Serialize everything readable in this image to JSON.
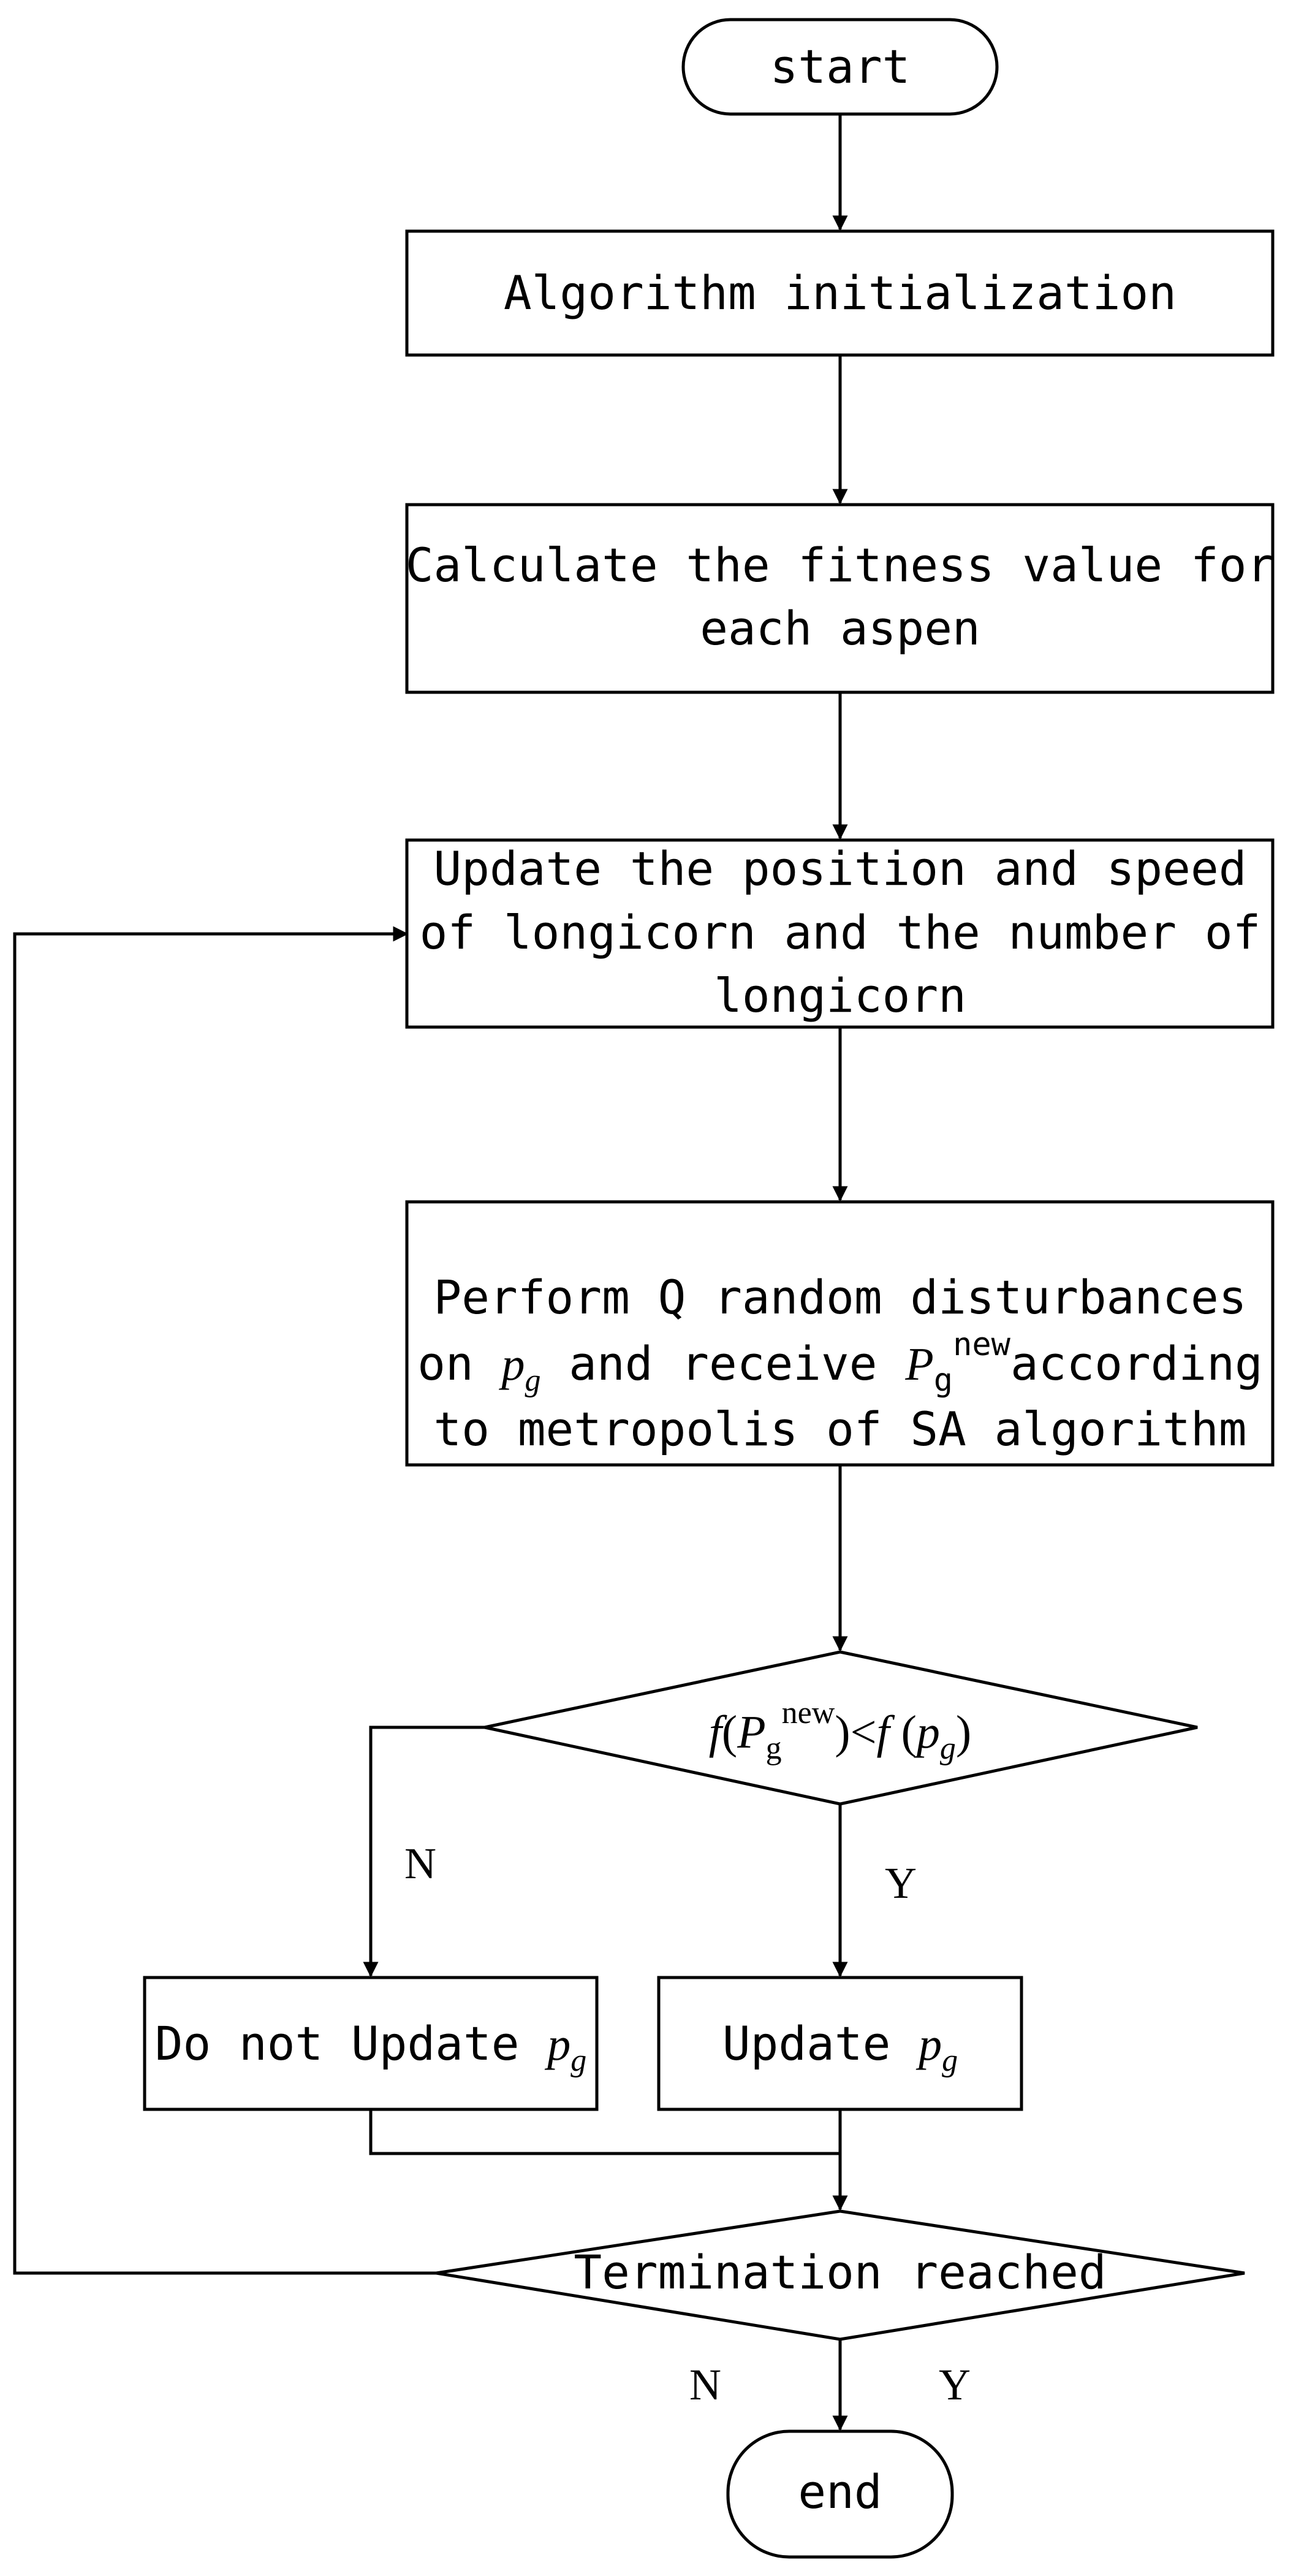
{
  "nodes": {
    "start": "start",
    "init": "Algorithm initialization",
    "fitness": {
      "line1": "Calculate the fitness value for",
      "line2": "each aspen"
    },
    "update_pos": {
      "line1": "Update the position and speed",
      "line2": "of longicorn and the number of",
      "line3": "longicorn"
    },
    "disturb": {
      "line1": "Perform Q random disturbances",
      "line2_a": "on ",
      "p": "p",
      "g": "g",
      "line2_b": " and receive ",
      "P": "P",
      "new": "new",
      "line2_c": "according",
      "line3": "to metropolis of SA algorithm"
    },
    "decision1": {
      "f1": "f",
      "open": "(",
      "P": "P",
      "g": "g",
      "new": "new",
      "close": ")",
      "lt": "<",
      "f2": "f",
      "open2": " (",
      "p": "p",
      "g2": "g",
      "close2": ")"
    },
    "no_update": {
      "text": "Do not Update ",
      "p": "p",
      "g": "g"
    },
    "update_pg": {
      "text": "Update ",
      "p": "p",
      "g": "g"
    },
    "termination": "Termination reached",
    "end": "end"
  },
  "edge_labels": {
    "decision_no": "N",
    "decision_yes": "Y",
    "termination_no": "N",
    "termination_yes": "Y"
  },
  "colors": {
    "stroke": "#000000",
    "fill": "#ffffff"
  }
}
